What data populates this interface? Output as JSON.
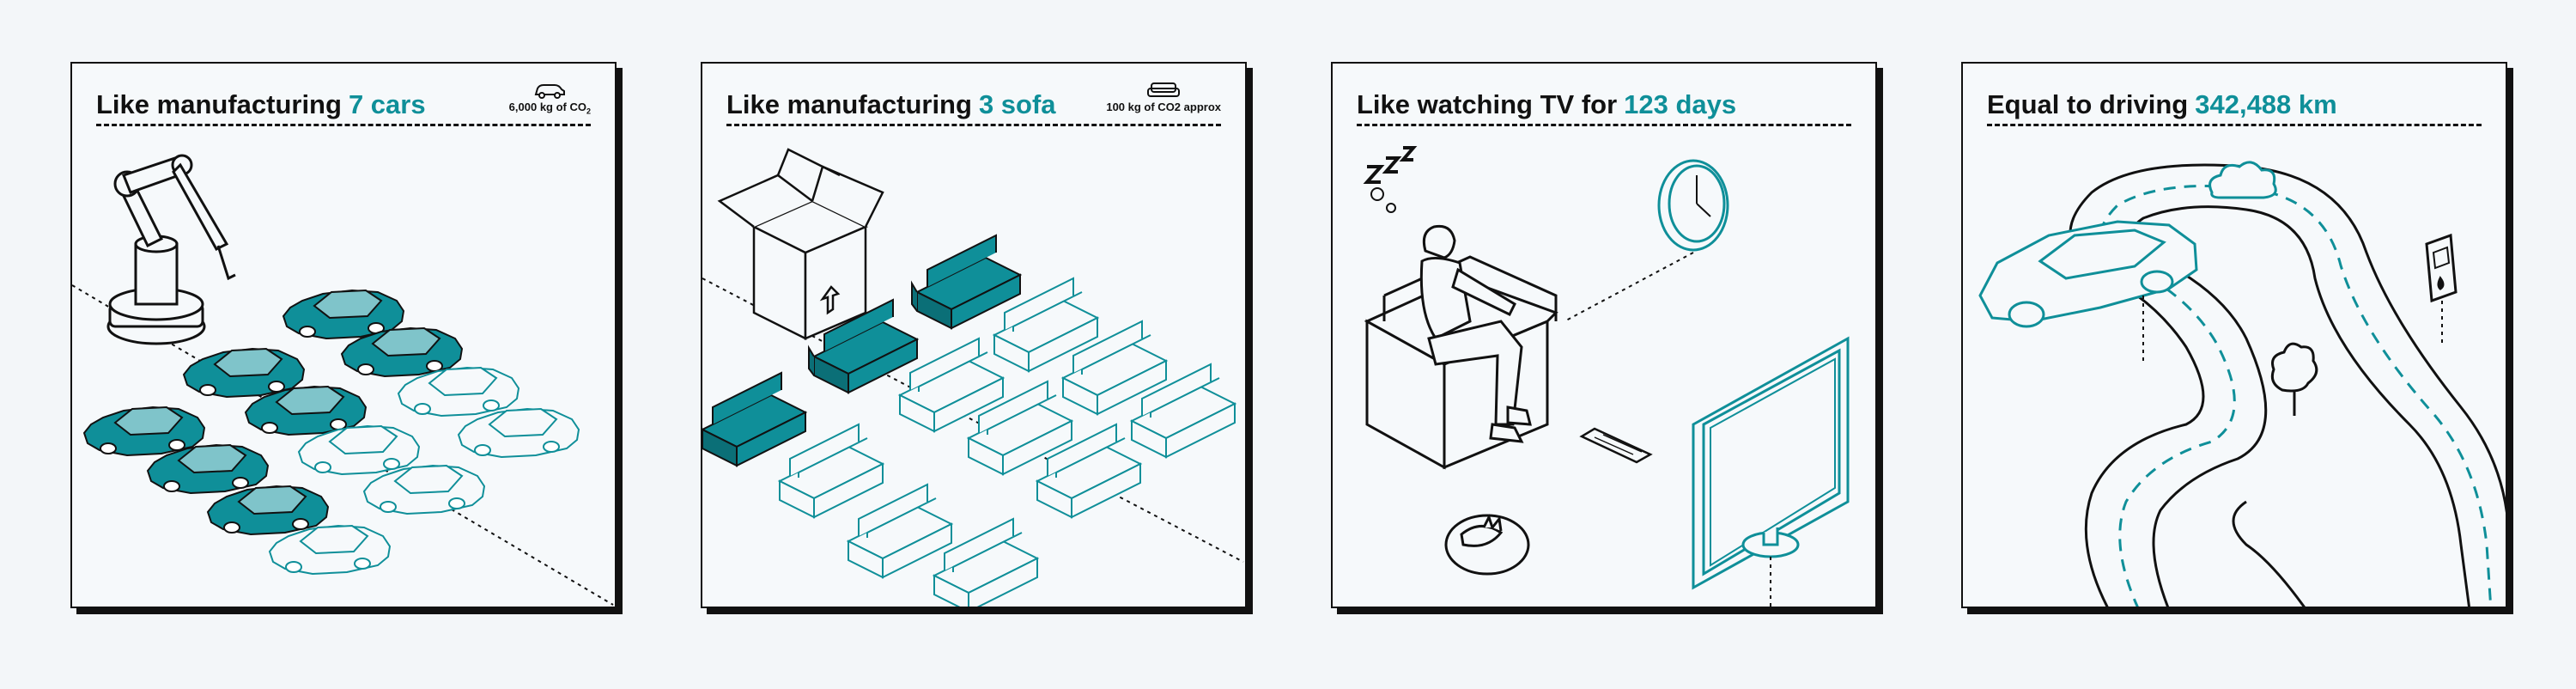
{
  "colors": {
    "accent": "#0f8f99",
    "ink": "#111111",
    "background": "#f3f6f9"
  },
  "panels": [
    {
      "title": "Like manufacturing",
      "highlight": "7 cars",
      "note": "6,000 kg of CO",
      "note_sub": "2",
      "note_icon": "car-icon"
    },
    {
      "title": "Like manufacturing",
      "highlight": "3 sofa",
      "note": "100 kg of CO2 approx",
      "note_icon": "sofa-icon"
    },
    {
      "title": "Like watching TV for",
      "highlight": "123 days"
    },
    {
      "title": "Equal to driving",
      "highlight": "342,488 km"
    }
  ]
}
